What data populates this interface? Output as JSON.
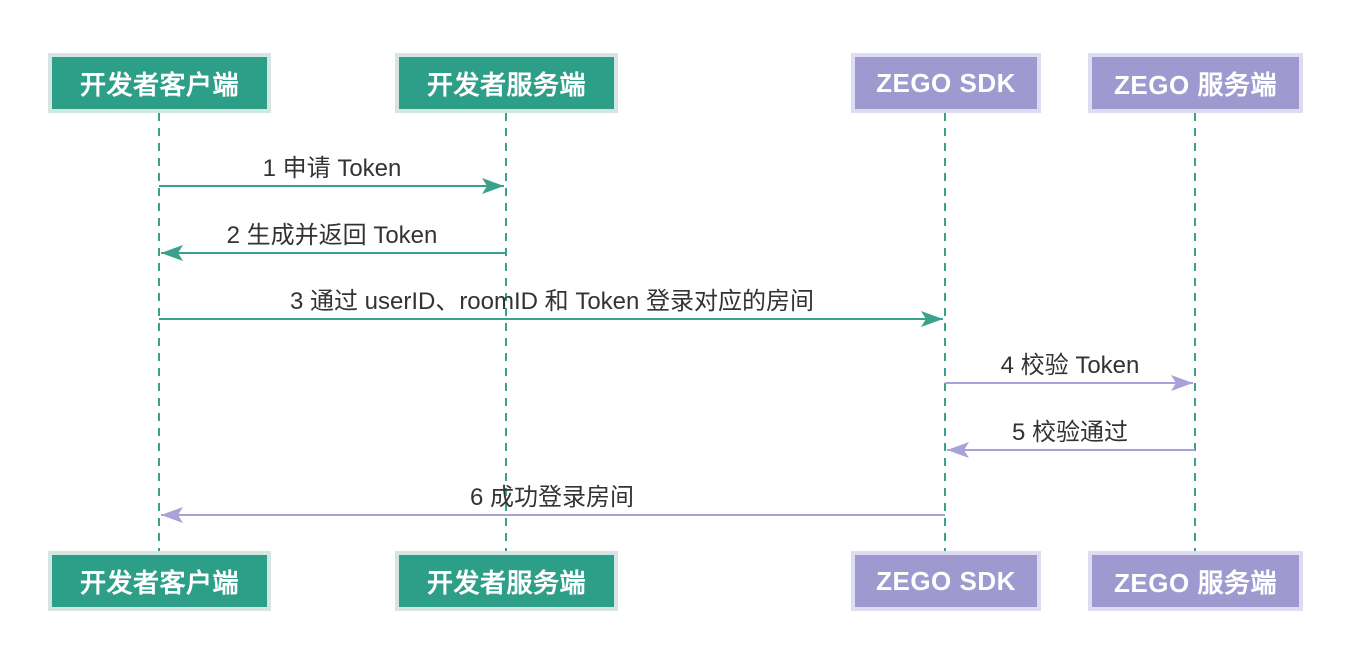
{
  "diagram": {
    "type": "sequence",
    "participants": [
      {
        "label": "开发者客户端",
        "role": "developer-client",
        "color": "#2D9E87"
      },
      {
        "label": "开发者服务端",
        "role": "developer-server",
        "color": "#2D9E87"
      },
      {
        "label": "ZEGO SDK",
        "role": "zego-sdk",
        "color": "#9E99CF"
      },
      {
        "label": "ZEGO 服务端",
        "role": "zego-server",
        "color": "#9E99CF"
      }
    ],
    "messages": [
      {
        "seq": "1",
        "label": "1 申请 Token",
        "from": "开发者客户端",
        "to": "开发者服务端",
        "direction": "right",
        "color": "#3AA18C"
      },
      {
        "seq": "2",
        "label": "2 生成并返回 Token",
        "from": "开发者服务端",
        "to": "开发者客户端",
        "direction": "left",
        "color": "#3AA18C"
      },
      {
        "seq": "3",
        "label": "3 通过 userID、roomID 和 Token 登录对应的房间",
        "from": "开发者客户端",
        "to": "ZEGO SDK",
        "direction": "right",
        "color": "#3AA18C"
      },
      {
        "seq": "4",
        "label": "4 校验 Token",
        "from": "ZEGO SDK",
        "to": "ZEGO 服务端",
        "direction": "right",
        "color": "#A7A2D8"
      },
      {
        "seq": "5",
        "label": "5 校验通过",
        "from": "ZEGO 服务端",
        "to": "ZEGO SDK",
        "direction": "left",
        "color": "#A7A2D8"
      },
      {
        "seq": "6",
        "label": "6 成功登录房间",
        "from": "ZEGO SDK",
        "to": "开发者客户端",
        "direction": "left",
        "color": "#A7A2D8"
      }
    ],
    "colors": {
      "teal": "#2D9E87",
      "purple": "#9E99CF",
      "teal_line": "#3AA18C",
      "purple_line": "#A7A2D8",
      "text": "#333333",
      "actor_text": "#FFFFFF"
    }
  }
}
